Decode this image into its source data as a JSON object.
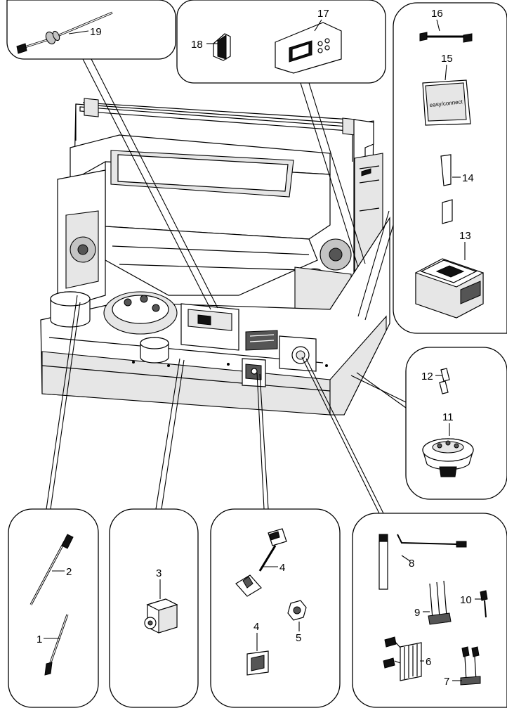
{
  "parts": [
    {
      "number": "1"
    },
    {
      "number": "2"
    },
    {
      "number": "3"
    },
    {
      "number": "4"
    },
    {
      "number": "4"
    },
    {
      "number": "5"
    },
    {
      "number": "6"
    },
    {
      "number": "7"
    },
    {
      "number": "8"
    },
    {
      "number": "9"
    },
    {
      "number": "10"
    },
    {
      "number": "11"
    },
    {
      "number": "12"
    },
    {
      "number": "13"
    },
    {
      "number": "14"
    },
    {
      "number": "15"
    },
    {
      "number": "16"
    },
    {
      "number": "17"
    },
    {
      "number": "18"
    },
    {
      "number": "19"
    }
  ],
  "logo_text": "easy/connect"
}
